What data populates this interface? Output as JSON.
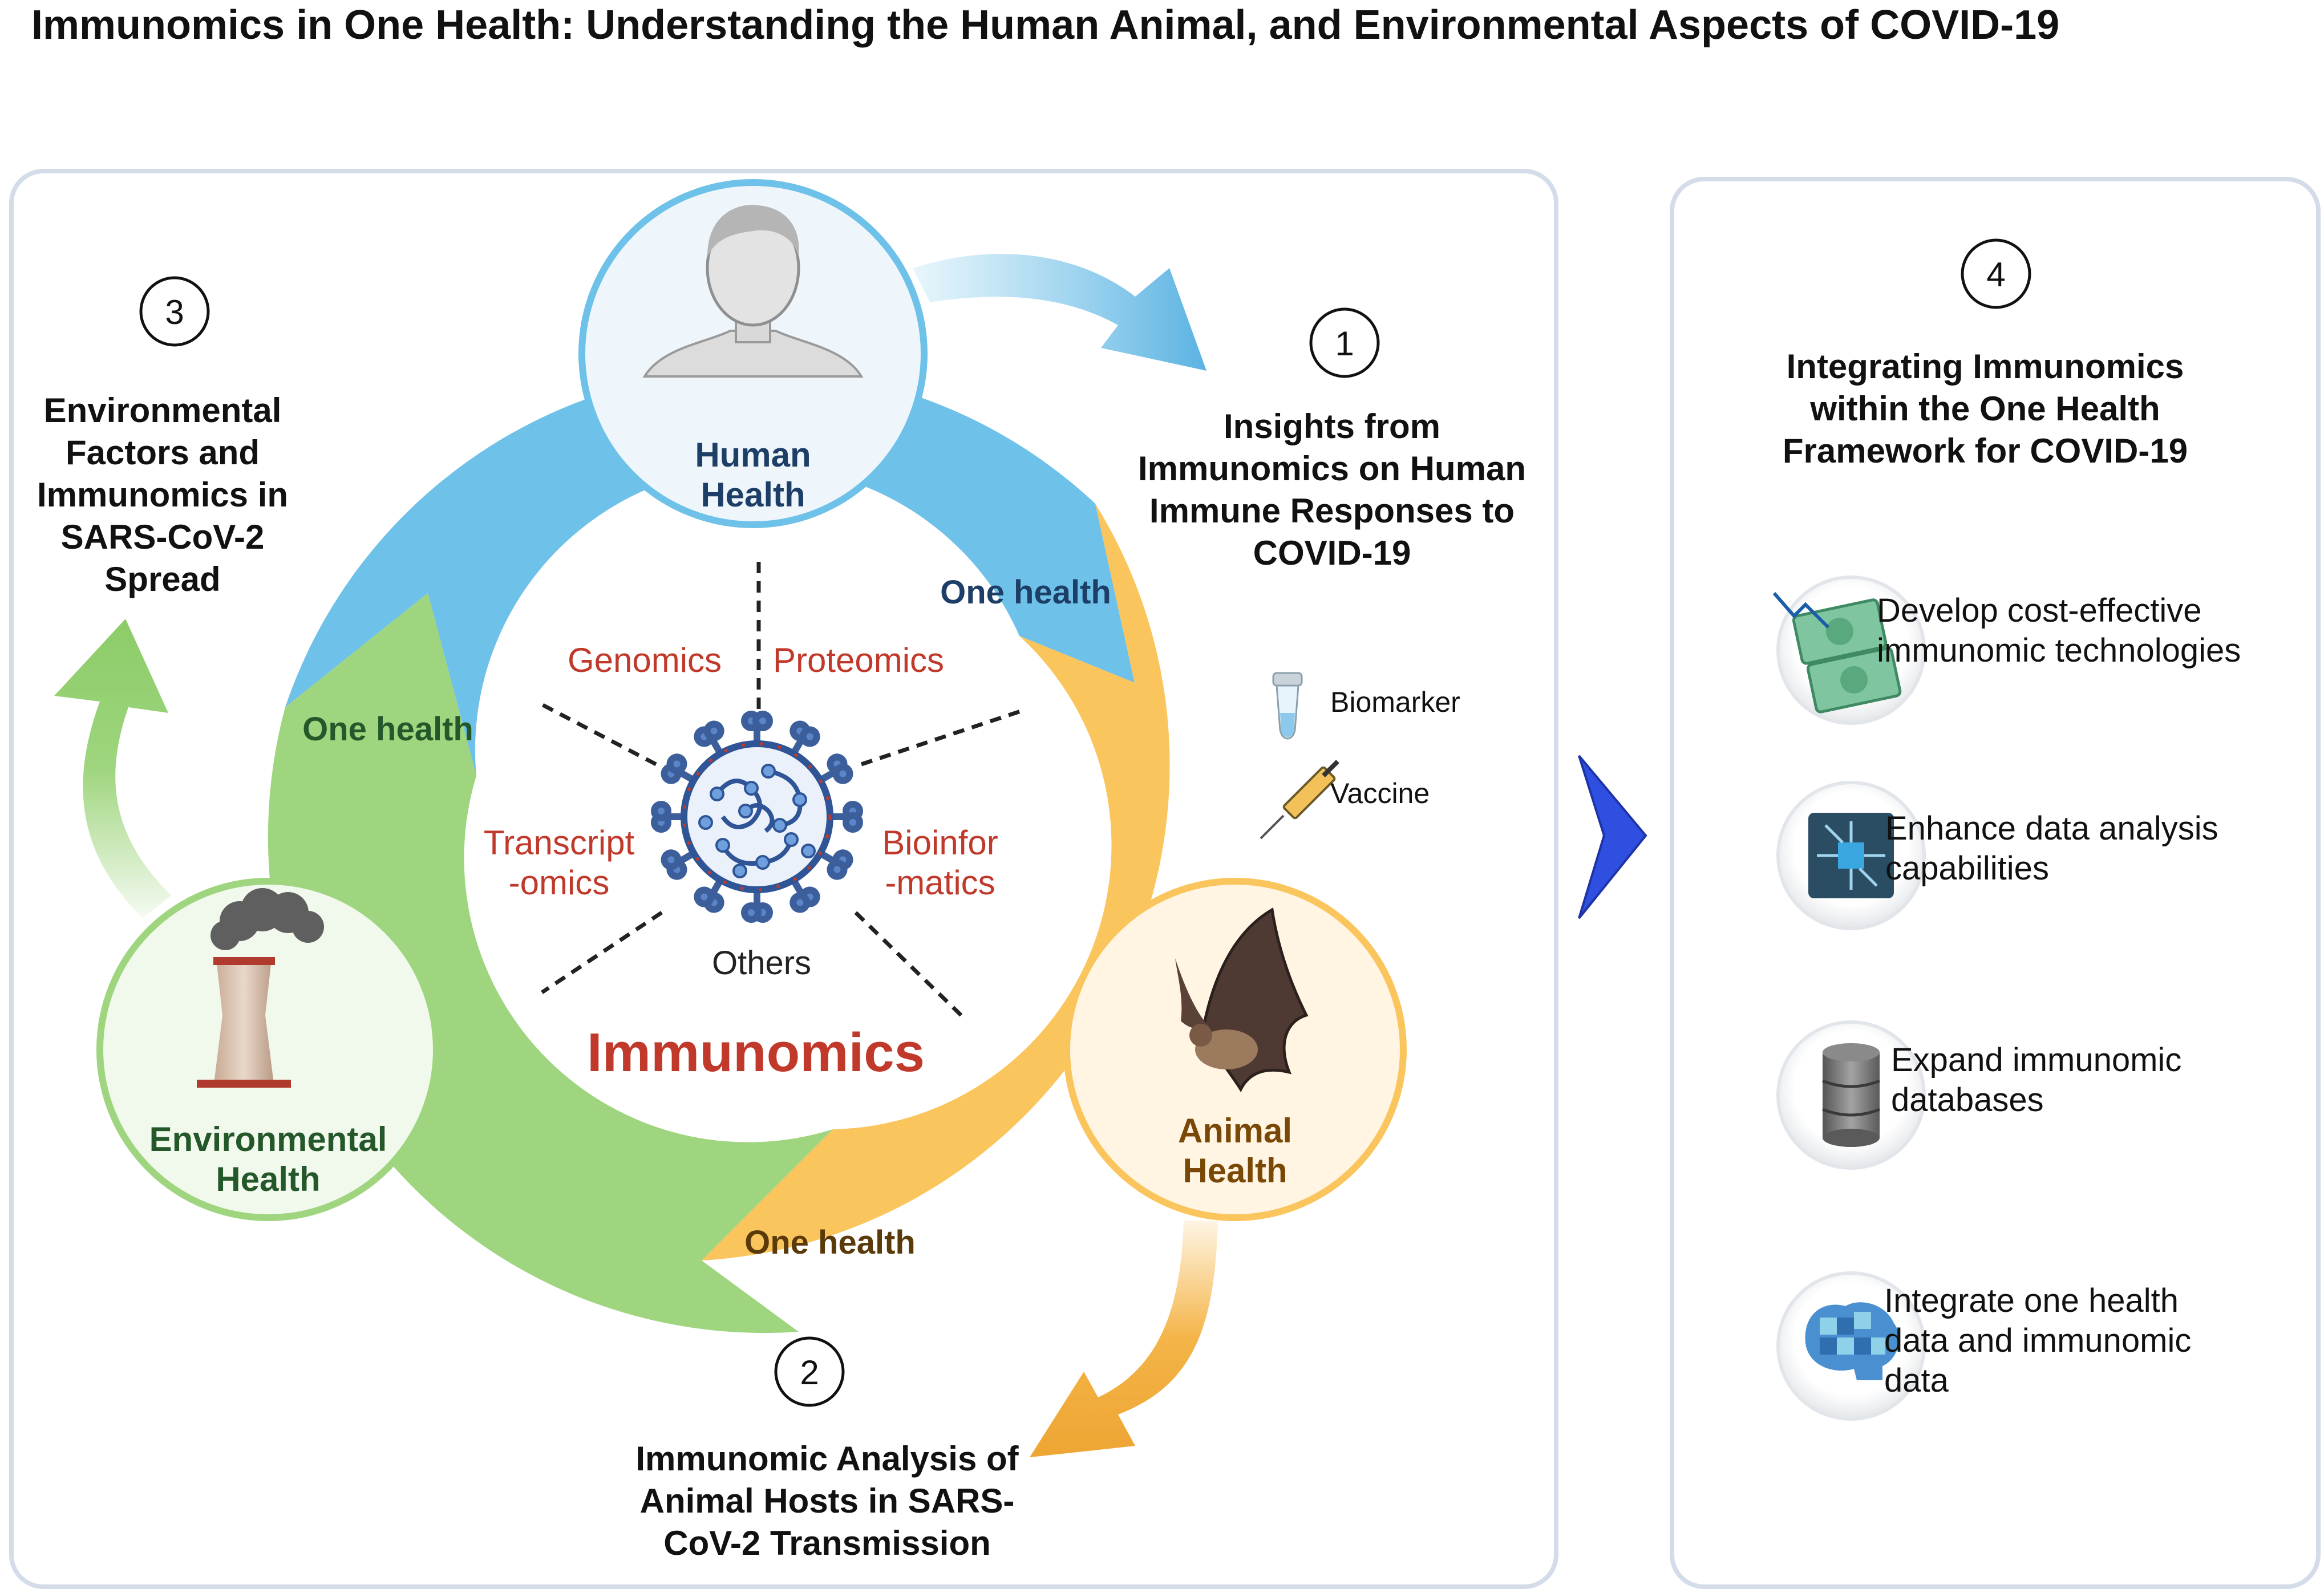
{
  "title": "Immunomics in One Health: Understanding the Human Animal, and Environmental Aspects of COVID-19",
  "hubs": {
    "human": [
      "Human",
      "Health"
    ],
    "animal": [
      "Animal",
      "Health"
    ],
    "environmental": [
      "Environmental",
      "Health"
    ]
  },
  "cycle_labels": {
    "one_health_blue": "One health",
    "one_health_green": "One health",
    "one_health_orange": "One health"
  },
  "immunomics": {
    "title": "Immunomics",
    "fields": {
      "genomics": "Genomics",
      "proteomics": "Proteomics",
      "transcriptomics": [
        "Transcript",
        "-omics"
      ],
      "bioinformatics": [
        "Bioinfor",
        "-matics"
      ],
      "others": "Others"
    }
  },
  "tools": {
    "biomarker": "Biomarker",
    "vaccine": "Vaccine"
  },
  "aspects": {
    "a1": {
      "number": "1",
      "lines": [
        "Insights from",
        "Immunomics on Human",
        "Immune Responses to",
        "COVID-19"
      ]
    },
    "a2": {
      "number": "2",
      "lines": [
        "Immunomic Analysis of",
        "Animal Hosts in SARS-",
        "CoV-2 Transmission"
      ]
    },
    "a3": {
      "number": "3",
      "lines": [
        "Environmental",
        "Factors and",
        "Immunomics in",
        "SARS-CoV-2",
        "Spread"
      ]
    }
  },
  "integration": {
    "number": "4",
    "title": [
      "Integrating Immunomics",
      "within the One Health",
      "Framework for COVID-19"
    ],
    "items": [
      {
        "lines": [
          "Develop cost-effective",
          "immunomic technologies"
        ]
      },
      {
        "lines": [
          "Enhance data analysis",
          "capabilities"
        ]
      },
      {
        "lines": [
          "Expand immunomic",
          "databases"
        ]
      },
      {
        "lines": [
          "Integrate one health",
          "data and immunomic",
          "data"
        ]
      }
    ]
  },
  "colors": {
    "blue": "#6ec1e8",
    "green": "#9fd57e",
    "orange": "#fbc55e",
    "immunomics_red": "#c0392b",
    "human_text": "#1d3e66",
    "animal_text": "#7a4806",
    "environment_text": "#24582a",
    "arrow_blue": "#2f4fe0",
    "panel_border": "#d3dce8"
  }
}
